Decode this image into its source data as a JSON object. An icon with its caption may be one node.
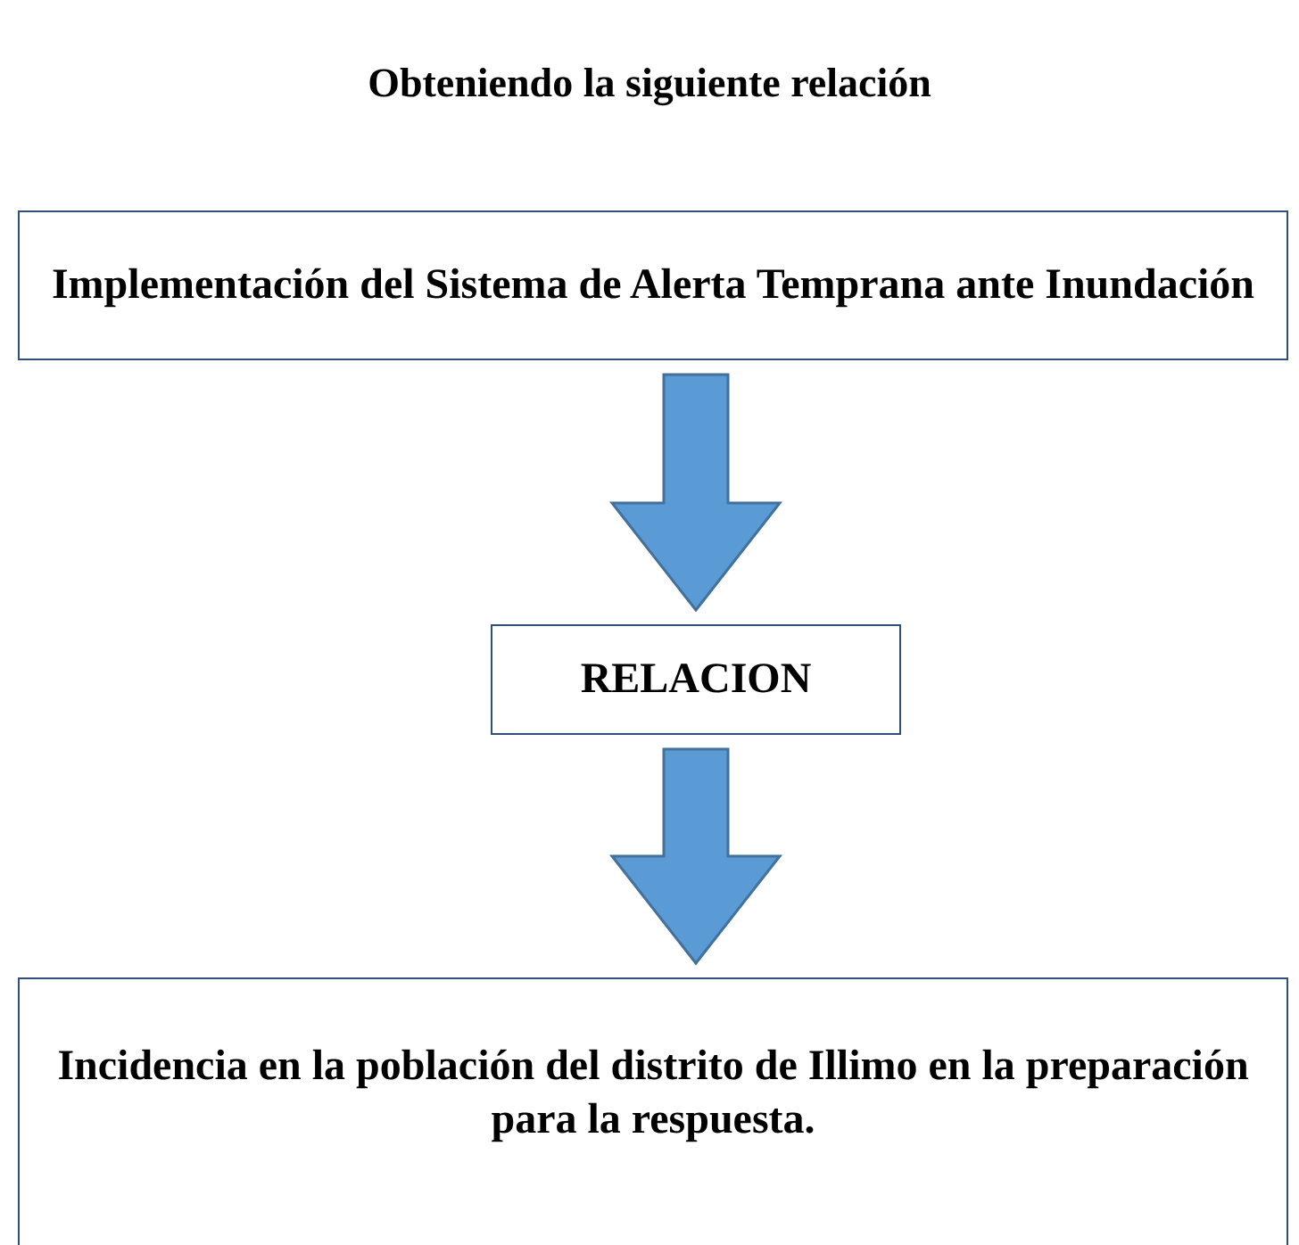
{
  "diagram": {
    "title": "Obteniendo la siguiente relación",
    "nodes": [
      {
        "text": [
          "Implementación del Sistema de Alerta Temprana ante Inundación"
        ]
      },
      {
        "text": [
          "RELACION"
        ]
      },
      {
        "text": [
          "Incidencia en la población del distrito de Illimo en la preparación para la respuesta."
        ]
      }
    ],
    "edges": [
      {
        "from": 0,
        "to": 1,
        "arrow": "to"
      },
      {
        "from": 1,
        "to": 2,
        "arrow": "to"
      }
    ]
  }
}
